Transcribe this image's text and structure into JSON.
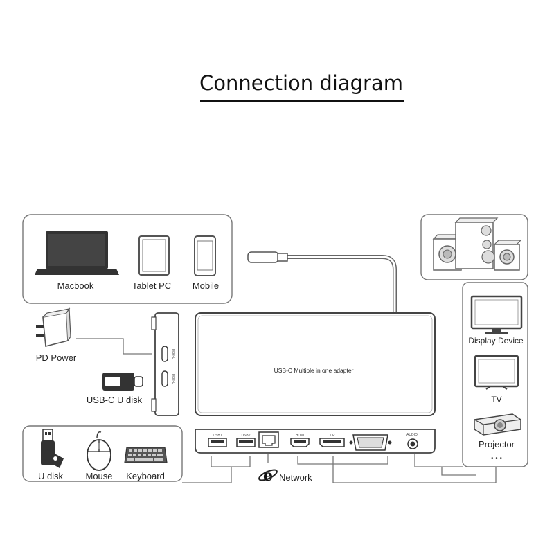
{
  "title": "Connection diagram",
  "adapter_label": "USB-C Multiple in one adapter",
  "host_devices": [
    "Macbook",
    "Tablet PC",
    "Mobile"
  ],
  "side_devices": [
    "PD Power",
    "USB-C U disk"
  ],
  "side_ports": [
    "Type-C",
    "Type-C"
  ],
  "input_devices": [
    "U disk",
    "Mouse",
    "Keyboard"
  ],
  "right_devices": [
    "Display Device",
    "TV",
    "Projector"
  ],
  "more_dots": "• • •",
  "network_label": "Network",
  "network_icon_letter": "e",
  "ports": [
    "USB1",
    "USB2",
    "HDMI",
    "DP",
    "AUDIO"
  ],
  "colors": {
    "line": "#777777",
    "frame": "#888888",
    "device_dark": "#333333"
  },
  "icons": [
    "laptop-icon",
    "tablet-icon",
    "phone-icon",
    "speakers-icon",
    "monitor-icon",
    "tv-icon",
    "projector-icon",
    "charger-icon",
    "usb-c-drive-icon",
    "usb-drive-icon",
    "mouse-icon",
    "keyboard-icon",
    "ethernet-icon",
    "network-e-icon"
  ]
}
